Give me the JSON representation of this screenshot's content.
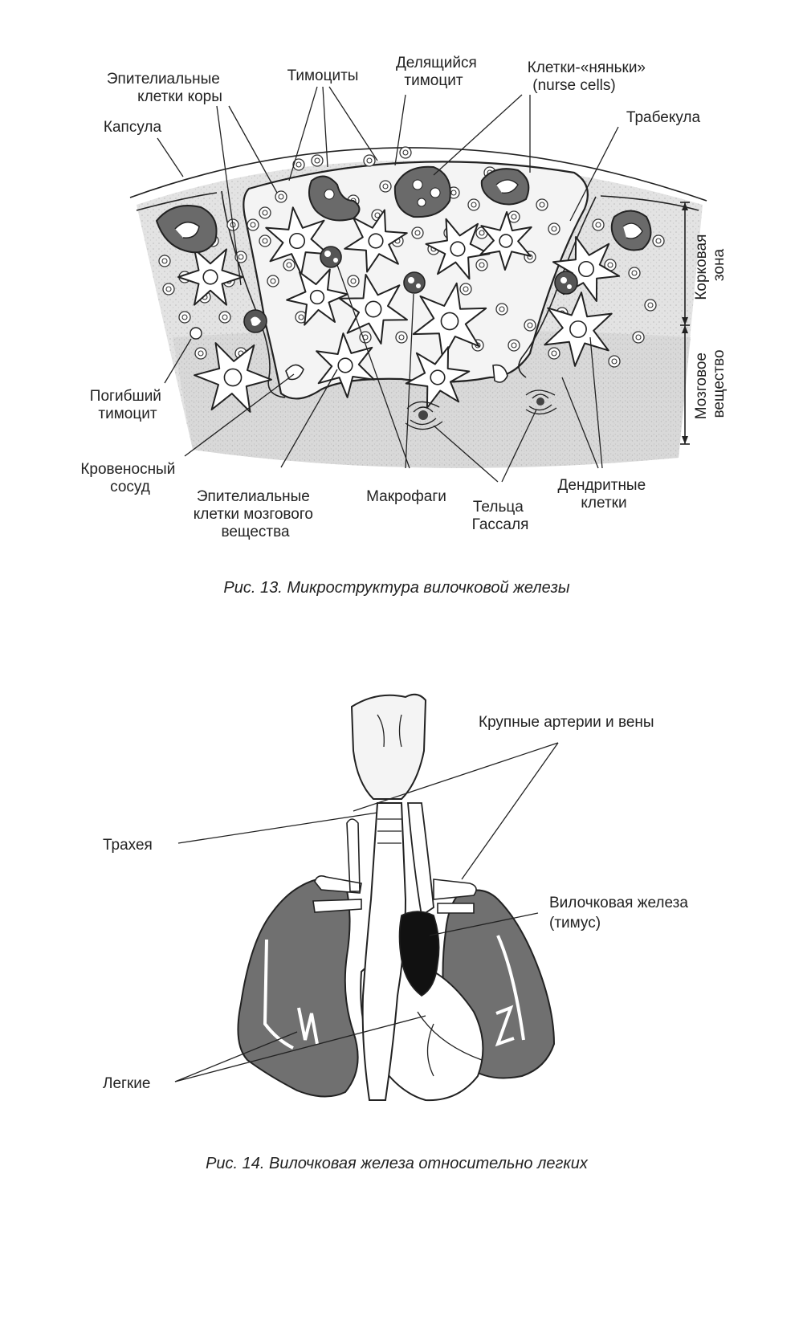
{
  "figure13": {
    "labels": {
      "epithelial_cortex": [
        "Эпителиальные",
        "клетки коры"
      ],
      "thymocytes": [
        "Тимоциты"
      ],
      "dividing_thymocyte": [
        "Делящийся",
        "тимоцит"
      ],
      "nurse_cells": [
        "Клетки-«няньки»",
        "(nurse cells)"
      ],
      "capsule": [
        "Капсула"
      ],
      "trabecula": [
        "Трабекула"
      ],
      "dead_thymocyte": [
        "Погибший",
        "тимоцит"
      ],
      "blood_vessel": [
        "Кровеносный",
        "сосуд"
      ],
      "epithelial_medulla": [
        "Эпителиальные",
        "клетки мозгового",
        "вещества"
      ],
      "macrophages": [
        "Макрофаги"
      ],
      "hassall": [
        "Тельца",
        "Гассаля"
      ],
      "dendritic": [
        "Дендритные",
        "клетки"
      ],
      "cortex_zone": [
        "Корковая",
        "зона"
      ],
      "medulla_zone": [
        "Мозговое",
        "вещество"
      ]
    },
    "caption": "Рис. 13. Микроструктура вилочковой железы"
  },
  "figure14": {
    "labels": {
      "arteries": [
        "Крупные артерии и вены"
      ],
      "trachea": [
        "Трахея"
      ],
      "thymus": [
        "Вилочковая железа",
        "(тимус)"
      ],
      "lungs": [
        "Легкие"
      ]
    },
    "caption": "Рис. 14. Вилочковая железа относительно легких"
  },
  "colors": {
    "background": "#ffffff",
    "ink": "#222222",
    "cortex_fill": "#e6e6e6",
    "medulla_fill": "#d9d9d9",
    "lung_fill": "#707070",
    "thymus_fill": "#111111"
  }
}
